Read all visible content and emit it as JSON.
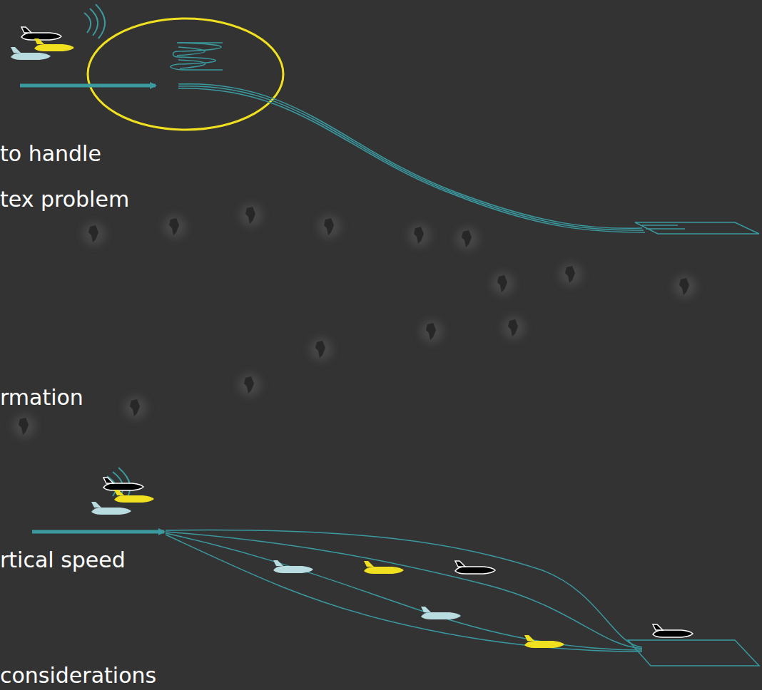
{
  "diagram": {
    "labels": [
      "to handle",
      "tex problem",
      "rmation",
      "rtical speed",
      "considerations"
    ]
  }
}
